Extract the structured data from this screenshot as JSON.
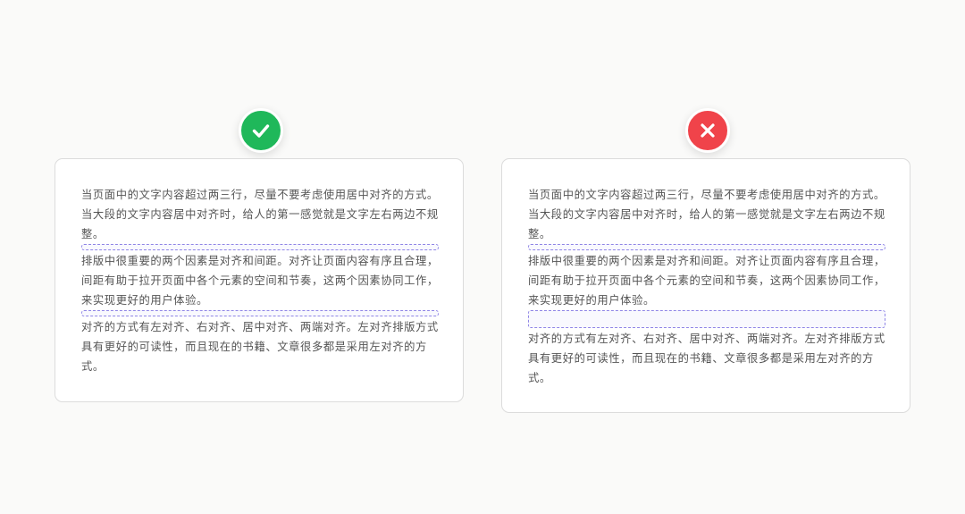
{
  "colors": {
    "good": "#1fb85a",
    "bad": "#f0434a",
    "spacing_guide": "#8f85e6",
    "text": "#555555",
    "background": "#fafaf9"
  },
  "good_example": {
    "icon": "check-icon",
    "paragraphs": [
      "当页面中的文字内容超过两三行，尽量不要考虑使用居中对齐的方式。当大段的文字内容居中对齐时，给人的第一感觉就是文字左右两边不规整。",
      "排版中很重要的两个因素是对齐和间距。对齐让页面内容有序且合理，间距有助于拉开页面中各个元素的空间和节奏，这两个因素协同工作，来实现更好的用户体验。",
      "对齐的方式有左对齐、右对齐、居中对齐、两端对齐。左对齐排版方式具有更好的可读性，而且现在的书籍、文章很多都是采用左对齐的方式。"
    ]
  },
  "bad_example": {
    "icon": "close-icon",
    "paragraphs": [
      "当页面中的文字内容超过两三行，尽量不要考虑使用居中对齐的方式。当大段的文字内容居中对齐时，给人的第一感觉就是文字左右两边不规整。",
      "排版中很重要的两个因素是对齐和间距。对齐让页面内容有序且合理，间距有助于拉开页面中各个元素的空间和节奏，这两个因素协同工作，来实现更好的用户体验。",
      "对齐的方式有左对齐、右对齐、居中对齐、两端对齐。左对齐排版方式具有更好的可读性，而且现在的书籍、文章很多都是采用左对齐的方式。"
    ]
  }
}
